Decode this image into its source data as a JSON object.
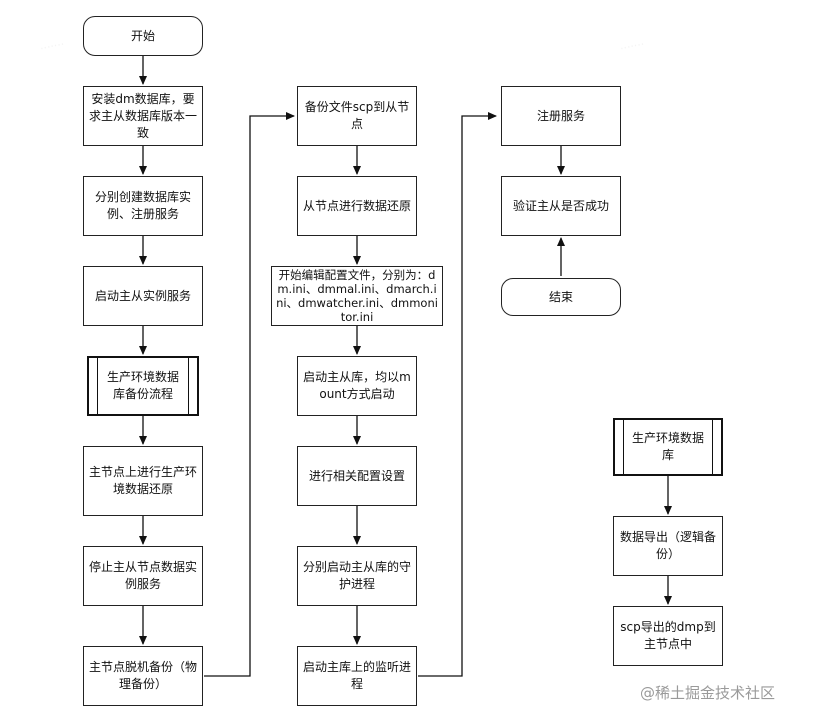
{
  "nodes": {
    "start": "开始",
    "install": "安装dm数据库，要求主从数据库版本一致",
    "create": "分别创建数据库实例、注册服务",
    "startsvc": "启动主从实例服务",
    "prodbackup": "生产环境数据库备份流程",
    "restore_main": "主节点上进行生产环境数据还原",
    "stop": "停止主从节点数据实例服务",
    "offline": "主节点脱机备份（物理备份）",
    "scp": "备份文件scp到从节点",
    "slave_restore": "从节点进行数据还原",
    "edit_config": "开始编辑配置文件，分别为：dm.ini、dmmal.ini、dmarch.ini、dmwatcher.ini、dmmonitor.ini",
    "mount": "启动主从库，均以mount方式启动",
    "config_set": "进行相关配置设置",
    "watcher": "分别启动主从库的守护进程",
    "listener": "启动主库上的监听进程",
    "register": "注册服务",
    "verify": "验证主从是否成功",
    "end": "结束",
    "prod_db": "生产环境数据库",
    "export": "数据导出（逻辑备份）",
    "scp_dmp": "scp导出的dmp到主节点中"
  },
  "footer": "@稀土掘金技术社区"
}
